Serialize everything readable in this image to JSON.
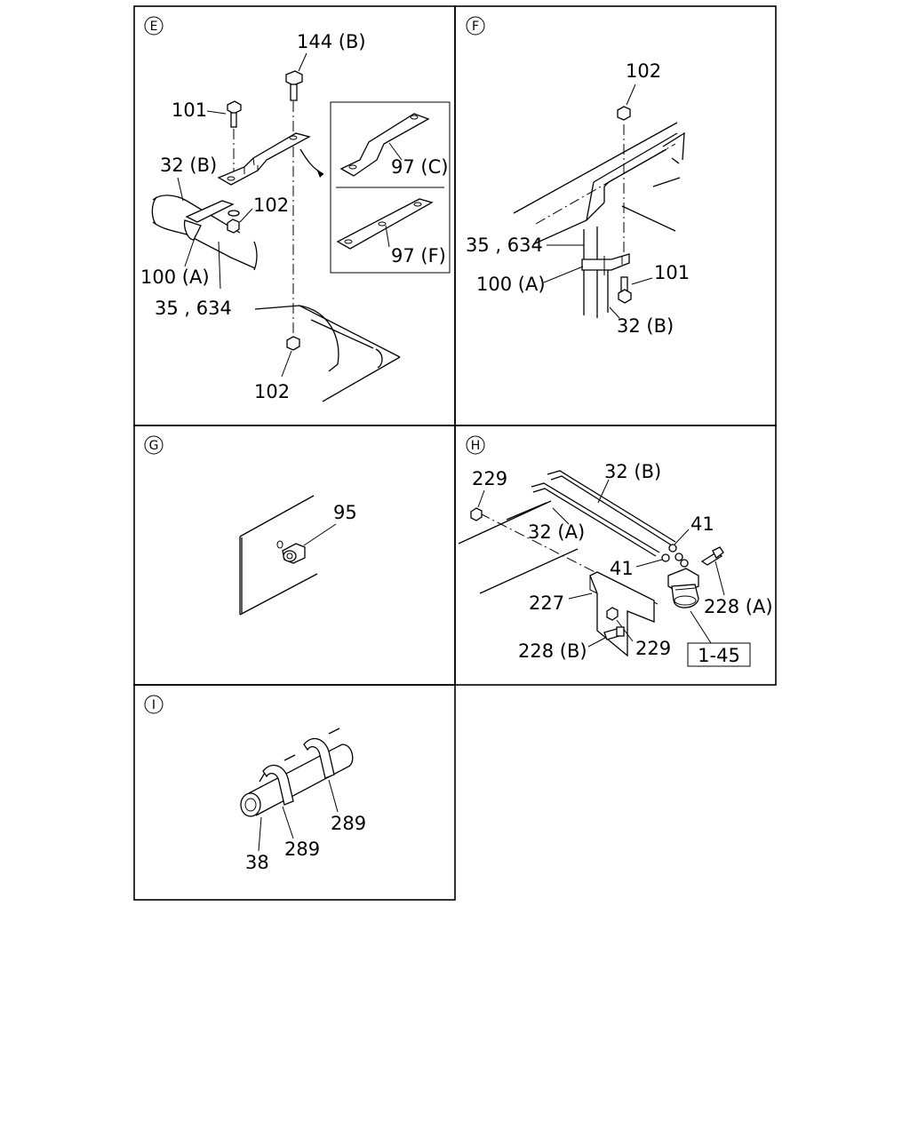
{
  "panels": {
    "E": {
      "marker": "E",
      "labels": {
        "bolt_144b": "144 (B)",
        "bolt_101": "101",
        "pipe_32b": "32 (B)",
        "nut_102_top": "102",
        "clamp_100a": "100 (A)",
        "hose_35_634": "35 , 634",
        "nut_102_bottom": "102",
        "bracket_97c": "97 (C)",
        "bracket_97f": "97 (F)"
      }
    },
    "F": {
      "marker": "F",
      "labels": {
        "nut_102": "102",
        "hose_35_634": "35 , 634",
        "clamp_100a": "100 (A)",
        "bolt_101": "101",
        "pipe_32b": "32 (B)"
      }
    },
    "G": {
      "marker": "G",
      "labels": {
        "grommet_95": "95"
      }
    },
    "H": {
      "marker": "H",
      "labels": {
        "nut_229_top": "229",
        "pipe_32b": "32 (B)",
        "pipe_32a": "32 (A)",
        "gasket_41_top": "41",
        "gasket_41_bottom": "41",
        "bolt_228a": "228 (A)",
        "bracket_227": "227",
        "bolt_228b": "228 (B)",
        "nut_229_bottom": "229",
        "ref_1_45": "1-45"
      }
    },
    "I": {
      "marker": "I",
      "labels": {
        "tube_38": "38",
        "clip_289_left": "289",
        "clip_289_right": "289"
      }
    }
  }
}
